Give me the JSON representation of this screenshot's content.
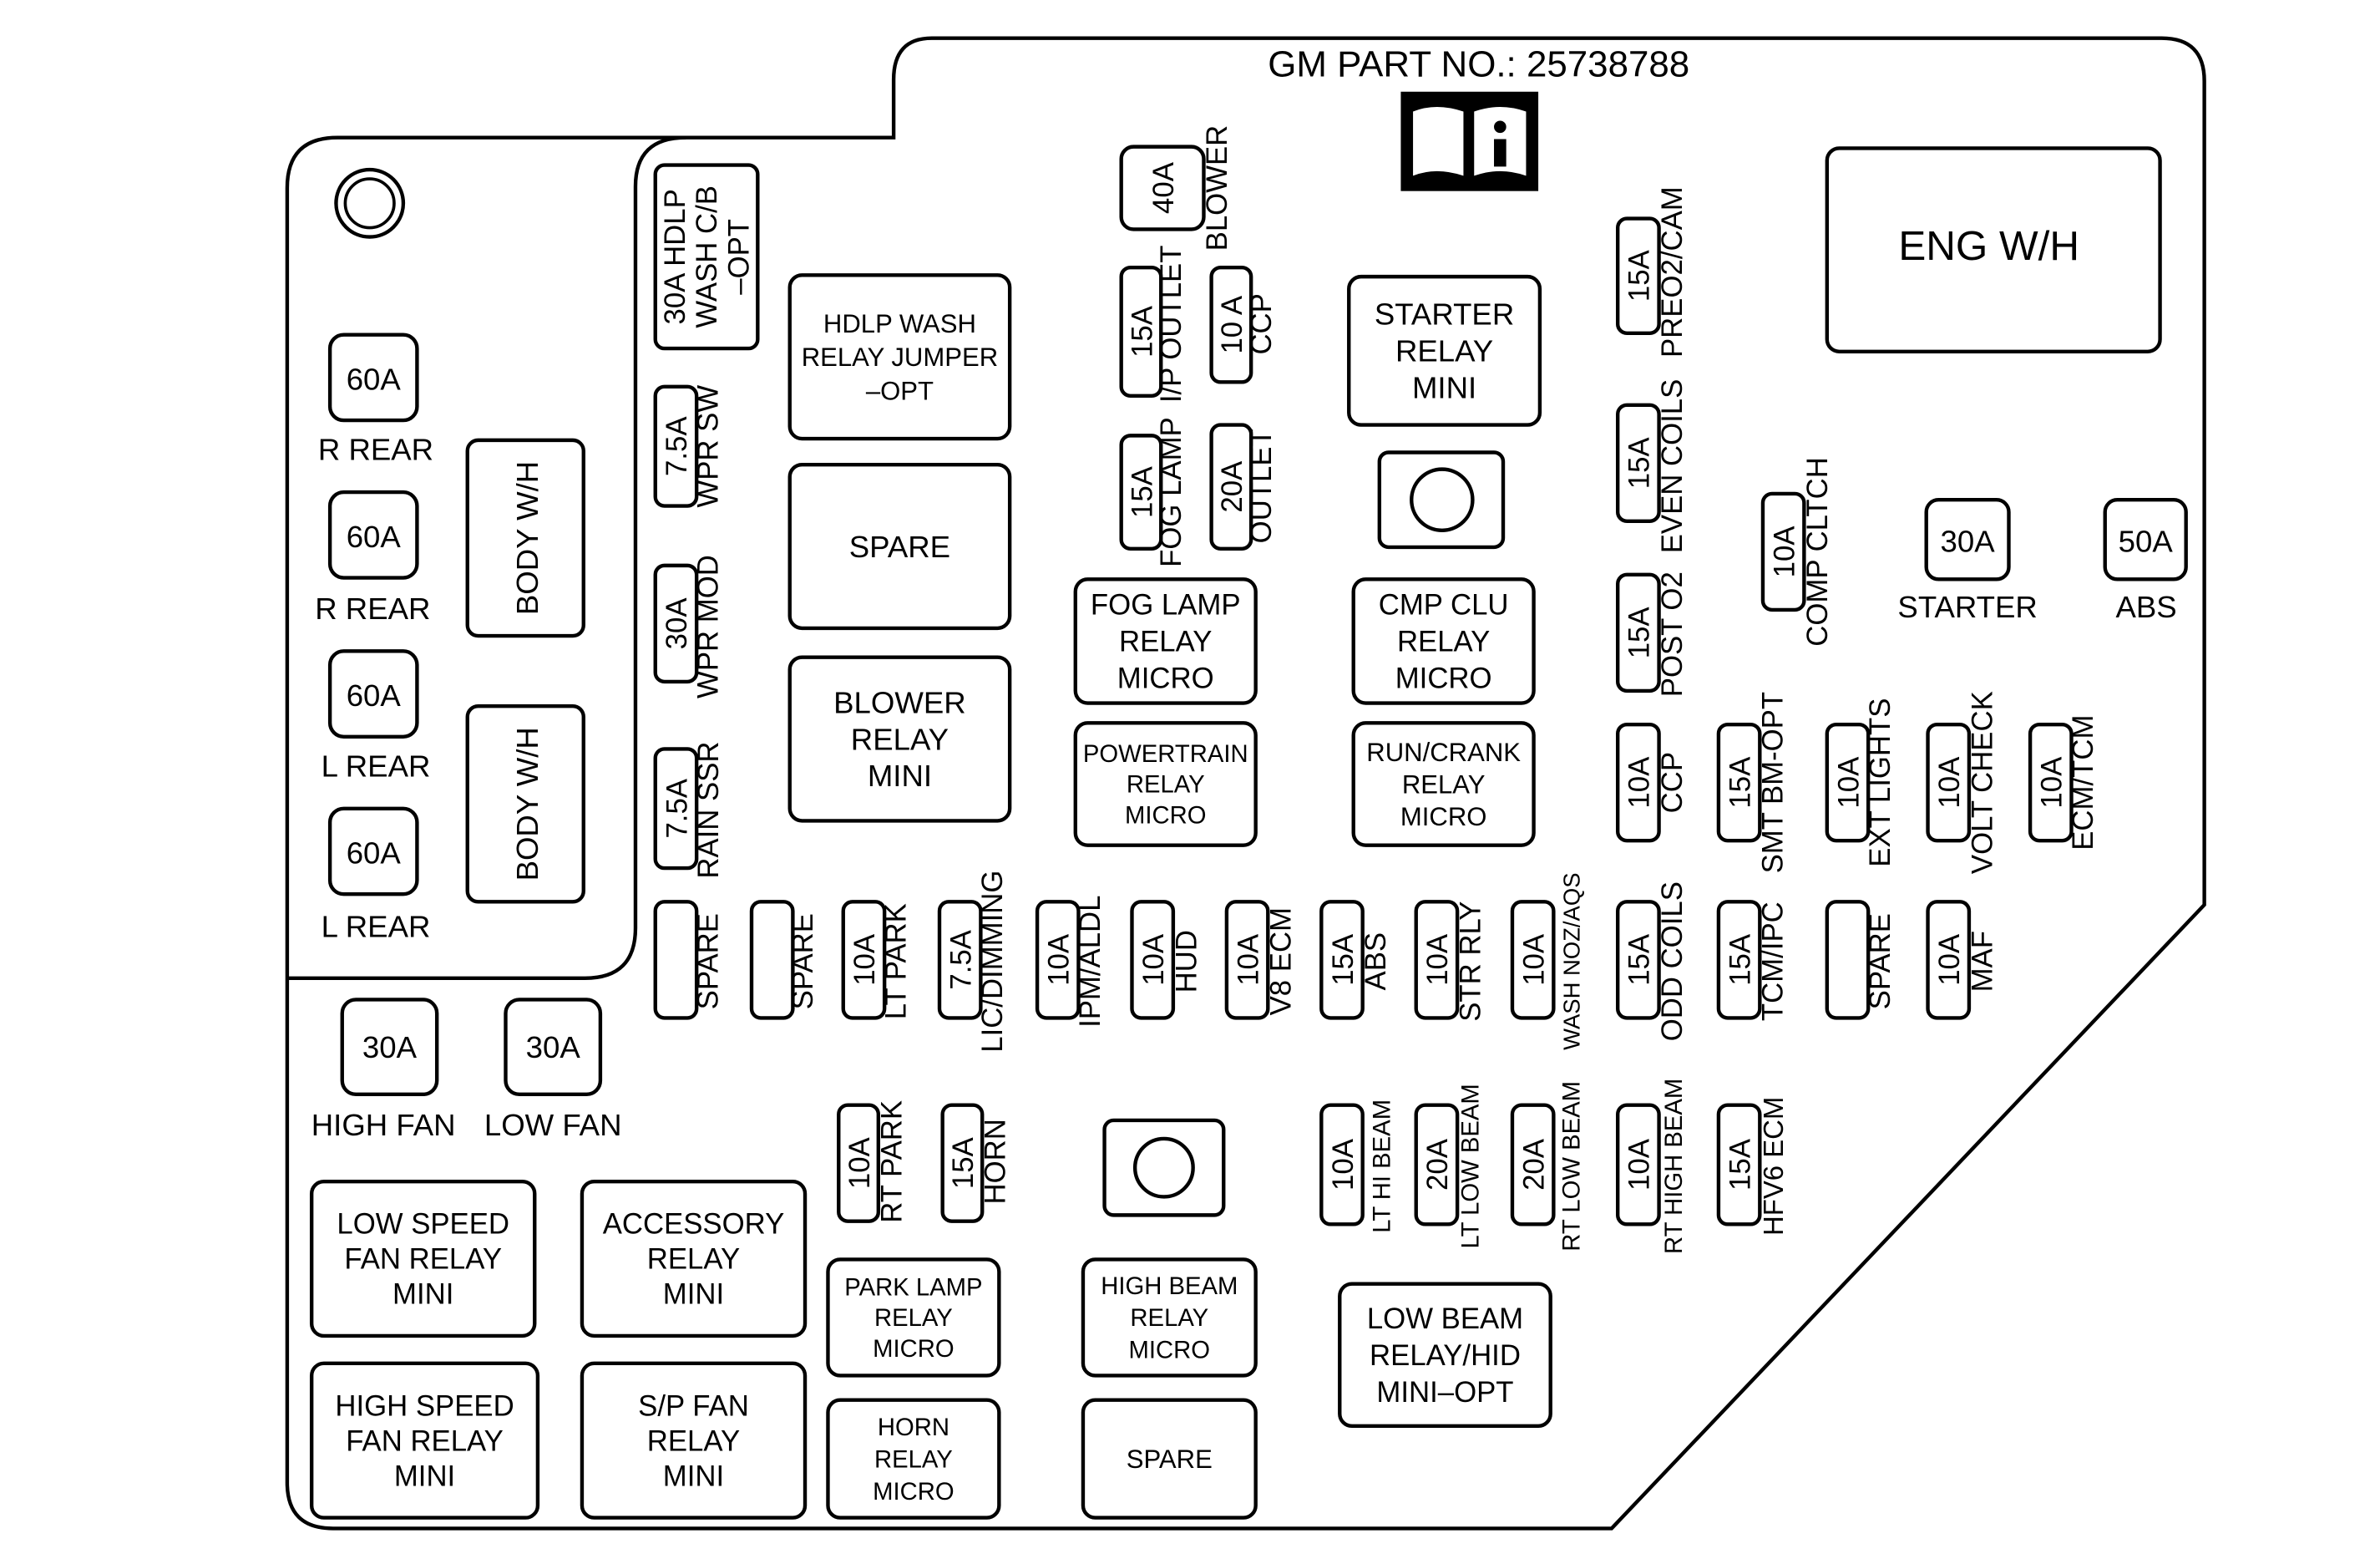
{
  "header": {
    "part_number": "GM PART NO.: 25738788"
  },
  "icons": {
    "manual": "manual-info-icon",
    "mount": "mounting-hole-icon"
  },
  "colors": {
    "ink": "#000000",
    "background": "#ffffff"
  },
  "engine_block": {
    "label": "ENG W/H"
  },
  "left_fuses": [
    {
      "id": "r-rear-1",
      "rating": "60A",
      "label": "R REAR"
    },
    {
      "id": "r-rear-2",
      "rating": "60A",
      "label": "R REAR"
    },
    {
      "id": "l-rear-1",
      "rating": "60A",
      "label": "L REAR"
    },
    {
      "id": "l-rear-2",
      "rating": "60A",
      "label": "L REAR"
    }
  ],
  "body_wh": [
    {
      "label": "BODY W/H"
    },
    {
      "label": "BODY W/H"
    }
  ],
  "fans": [
    {
      "id": "high-fan",
      "rating": "30A",
      "label": "HIGH FAN"
    },
    {
      "id": "low-fan",
      "rating": "30A",
      "label": "LOW FAN"
    }
  ],
  "misc_fuses": [
    {
      "id": "starter",
      "rating": "30A",
      "label": "STARTER"
    },
    {
      "id": "abs",
      "rating": "50A",
      "label": "ABS"
    }
  ],
  "relays": [
    {
      "id": "hdlp-wash",
      "lines": [
        "HDLP WASH",
        "RELAY JUMPER",
        "–OPT"
      ]
    },
    {
      "id": "spare-relay-1",
      "lines": [
        "SPARE"
      ]
    },
    {
      "id": "blower-relay",
      "lines": [
        "BLOWER",
        "RELAY",
        "MINI"
      ]
    },
    {
      "id": "fog-lamp-relay",
      "lines": [
        "FOG LAMP",
        "RELAY",
        "MICRO"
      ]
    },
    {
      "id": "powertrain-relay",
      "lines": [
        "POWERTRAIN",
        "RELAY",
        "MICRO"
      ]
    },
    {
      "id": "starter-relay",
      "lines": [
        "STARTER",
        "RELAY",
        "MINI"
      ]
    },
    {
      "id": "cmp-clu-relay",
      "lines": [
        "CMP CLU",
        "RELAY",
        "MICRO"
      ]
    },
    {
      "id": "run-crank-relay",
      "lines": [
        "RUN/CRANK",
        "RELAY",
        "MICRO"
      ]
    },
    {
      "id": "low-speed-fan-relay",
      "lines": [
        "LOW SPEED",
        "FAN RELAY",
        "MINI"
      ]
    },
    {
      "id": "accessory-relay",
      "lines": [
        "ACCESSORY",
        "RELAY",
        "MINI"
      ]
    },
    {
      "id": "high-speed-fan-relay",
      "lines": [
        "HIGH SPEED",
        "FAN RELAY",
        "MINI"
      ]
    },
    {
      "id": "sp-fan-relay",
      "lines": [
        "S/P FAN",
        "RELAY",
        "MINI"
      ]
    },
    {
      "id": "park-lamp-relay",
      "lines": [
        "PARK LAMP",
        "RELAY",
        "MICRO"
      ]
    },
    {
      "id": "horn-relay",
      "lines": [
        "HORN",
        "RELAY",
        "MICRO"
      ]
    },
    {
      "id": "high-beam-relay",
      "lines": [
        "HIGH BEAM",
        "RELAY",
        "MICRO"
      ]
    },
    {
      "id": "spare-relay-2",
      "lines": [
        "SPARE"
      ]
    },
    {
      "id": "low-beam-relay",
      "lines": [
        "LOW BEAM",
        "RELAY/HID",
        "MINI–OPT"
      ]
    }
  ],
  "vertical_fuses": [
    {
      "id": "hdlp-wash-cb",
      "lines": [
        "30A HDLP",
        "WASH C/B",
        "–OPT"
      ],
      "label": ""
    },
    {
      "id": "wpr-sw",
      "lines": [
        "7.5A"
      ],
      "label": "WPR SW"
    },
    {
      "id": "wpr-mod",
      "lines": [
        "30A"
      ],
      "label": "WPR MOD"
    },
    {
      "id": "rain-ssr",
      "lines": [
        "7.5A"
      ],
      "label": "RAIN SSR"
    },
    {
      "id": "blower",
      "lines": [
        "40A"
      ],
      "label": "BLOWER"
    },
    {
      "id": "ip-outlet",
      "lines": [
        "15A"
      ],
      "label": "I/P OUTLET"
    },
    {
      "id": "ccp-top",
      "lines": [
        "10 A"
      ],
      "label": "CCP"
    },
    {
      "id": "fog-lamp",
      "lines": [
        "15A"
      ],
      "label": "FOG LAMP"
    },
    {
      "id": "outlet",
      "lines": [
        "20A"
      ],
      "label": "OUTLET"
    },
    {
      "id": "preo2-cam",
      "lines": [
        "15A"
      ],
      "label": "PREO2/CAM"
    },
    {
      "id": "even-coils",
      "lines": [
        "15A"
      ],
      "label": "EVEN COILS"
    },
    {
      "id": "post-o2",
      "lines": [
        "15A"
      ],
      "label": "POST O2"
    },
    {
      "id": "comp-cltch",
      "lines": [
        "10A"
      ],
      "label": "COMP CLTCH"
    },
    {
      "id": "ccp",
      "lines": [
        "10A"
      ],
      "label": "CCP"
    },
    {
      "id": "smt-bm",
      "lines": [
        "15A"
      ],
      "label": "SMT BM-OPT"
    },
    {
      "id": "ext-lights",
      "lines": [
        "10A"
      ],
      "label": "EXT LIGHTS"
    },
    {
      "id": "volt-check",
      "lines": [
        "10A"
      ],
      "label": "VOLT CHECK"
    },
    {
      "id": "ecm-tcm",
      "lines": [
        "10A"
      ],
      "label": "ECM/TCM"
    },
    {
      "id": "spare-1",
      "lines": [
        ""
      ],
      "label": "SPARE"
    },
    {
      "id": "spare-2",
      "lines": [
        ""
      ],
      "label": "SPARE"
    },
    {
      "id": "lt-park",
      "lines": [
        "10A"
      ],
      "label": "LT PARK"
    },
    {
      "id": "lic-dimming",
      "lines": [
        "7.5A"
      ],
      "label": "LIC/DIMMING"
    },
    {
      "id": "ipm-aldl",
      "lines": [
        "10A"
      ],
      "label": "IPM/ALDL"
    },
    {
      "id": "hud",
      "lines": [
        "10A"
      ],
      "label": "HUD"
    },
    {
      "id": "v8-ecm",
      "lines": [
        "10A"
      ],
      "label": "V8 ECM"
    },
    {
      "id": "abs-15",
      "lines": [
        "15A"
      ],
      "label": "ABS"
    },
    {
      "id": "str-rly",
      "lines": [
        "10A"
      ],
      "label": "STR RLY"
    },
    {
      "id": "wash-noz",
      "lines": [
        "10A"
      ],
      "label": "WASH NOZ/AQS"
    },
    {
      "id": "odd-coils",
      "lines": [
        "15A"
      ],
      "label": "ODD COILS"
    },
    {
      "id": "tcm-ipc",
      "lines": [
        "15A"
      ],
      "label": "TCM/IPC"
    },
    {
      "id": "spare-3",
      "lines": [
        ""
      ],
      "label": "SPARE"
    },
    {
      "id": "maf",
      "lines": [
        "10A"
      ],
      "label": "MAF"
    },
    {
      "id": "rt-park",
      "lines": [
        "10A"
      ],
      "label": "RT PARK"
    },
    {
      "id": "horn",
      "lines": [
        "15A"
      ],
      "label": "HORN"
    },
    {
      "id": "lt-hi-beam",
      "lines": [
        "10A"
      ],
      "label": "LT HI BEAM"
    },
    {
      "id": "lt-low-beam",
      "lines": [
        "20A"
      ],
      "label": "LT LOW BEAM"
    },
    {
      "id": "rt-low-beam",
      "lines": [
        "20A"
      ],
      "label": "RT LOW BEAM"
    },
    {
      "id": "rt-high-beam",
      "lines": [
        "10A"
      ],
      "label": "RT HIGH BEAM"
    },
    {
      "id": "hfv6-ecm",
      "lines": [
        "15A"
      ],
      "label": "HFV6 ECM"
    }
  ]
}
